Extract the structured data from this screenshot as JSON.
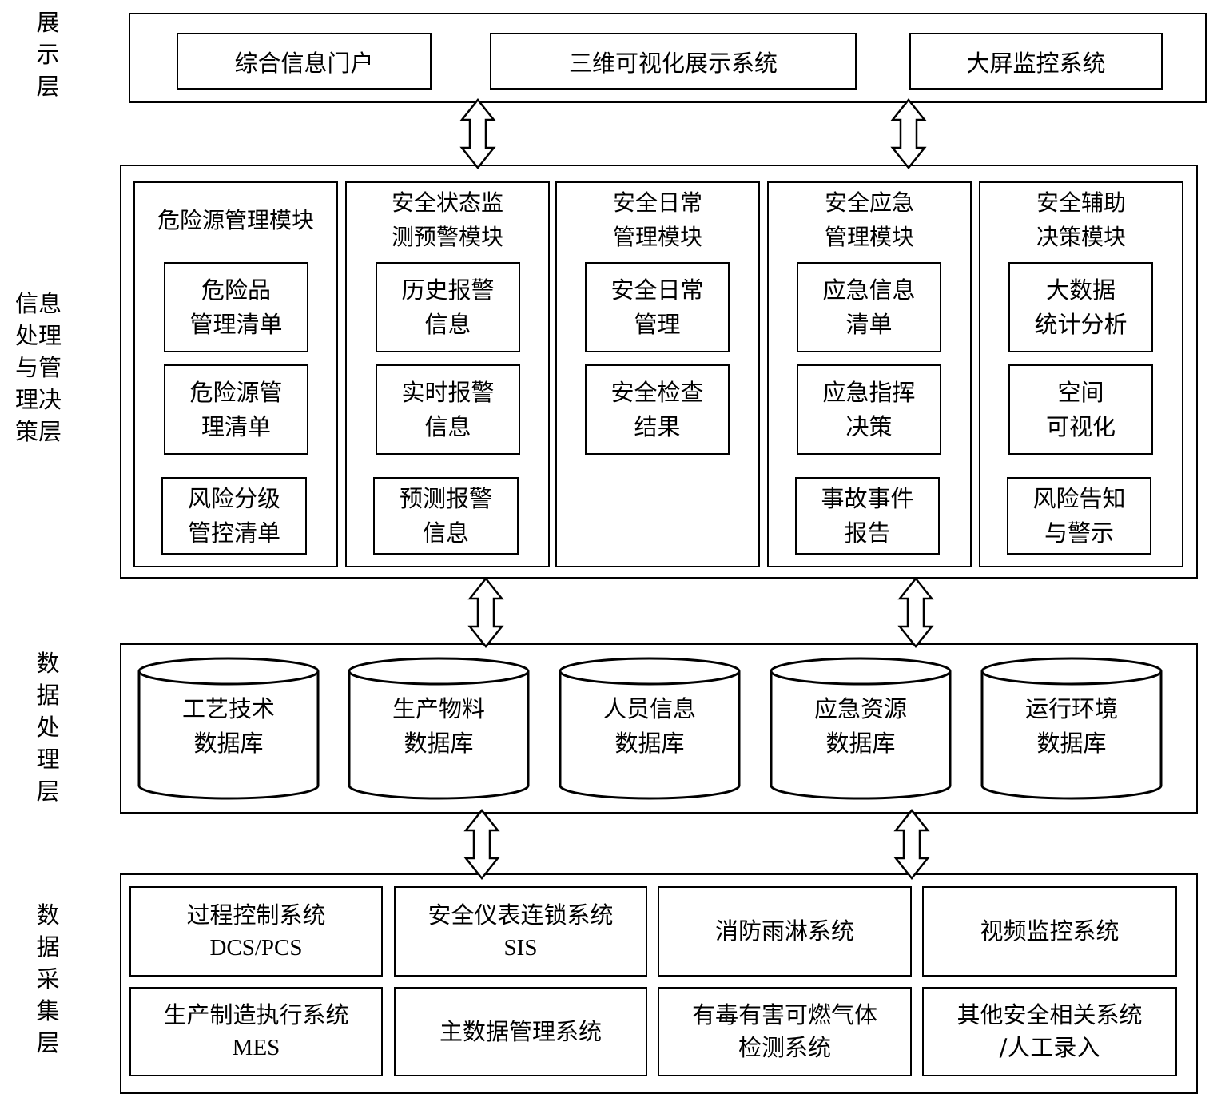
{
  "layers": {
    "presentation": "展\n示\n层",
    "processing": "信息\n处理\n与管\n理决\n策层",
    "data_processing": "数\n据\n处\n理\n层",
    "data_collection": "数\n据\n采\n集\n层"
  },
  "presentation_items": [
    "综合信息门户",
    "三维可视化展示系统",
    "大屏监控系统"
  ],
  "modules": [
    {
      "title": "危险源管理模块",
      "items": [
        "危险品\n管理清单",
        "危险源管\n理清单",
        "风险分级\n管控清单"
      ]
    },
    {
      "title": "安全状态监\n测预警模块",
      "items": [
        "历史报警\n信息",
        "实时报警\n信息",
        "预测报警\n信息"
      ]
    },
    {
      "title": "安全日常\n管理模块",
      "items": [
        "安全日常\n管理",
        "安全检查\n结果"
      ]
    },
    {
      "title": "安全应急\n管理模块",
      "items": [
        "应急信息\n清单",
        "应急指挥\n决策",
        "事故事件\n报告"
      ]
    },
    {
      "title": "安全辅助\n决策模块",
      "items": [
        "大数据\n统计分析",
        "空间\n可视化",
        "风险告知\n与警示"
      ]
    }
  ],
  "databases": [
    "工艺技术\n数据库",
    "生产物料\n数据库",
    "人员信息\n数据库",
    "应急资源\n数据库",
    "运行环境\n数据库"
  ],
  "sources": [
    {
      "line1": "过程控制系统",
      "line2": "DCS/PCS"
    },
    {
      "line1": "安全仪表连锁系统",
      "line2": "SIS"
    },
    {
      "line1": "消防雨淋系统",
      "line2": ""
    },
    {
      "line1": "视频监控系统",
      "line2": ""
    },
    {
      "line1": "生产制造执行系统",
      "line2": "MES"
    },
    {
      "line1": "主数据管理系统",
      "line2": ""
    },
    {
      "line1": "有毒有害可燃气体",
      "line2": "检测系统"
    },
    {
      "line1": "其他安全相关系统",
      "line2": "/人工录入"
    }
  ]
}
